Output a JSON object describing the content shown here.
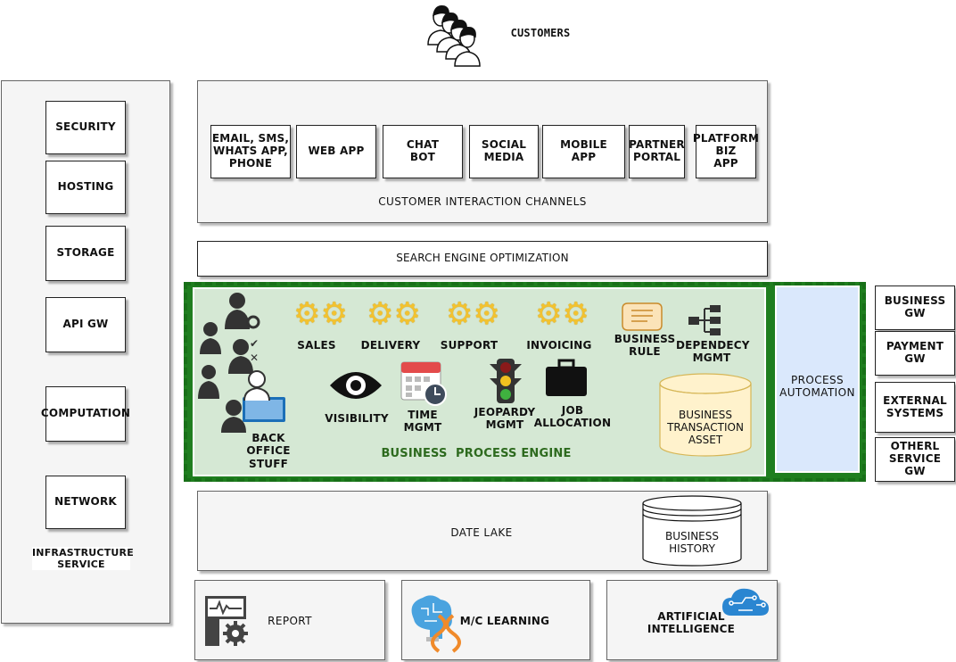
{
  "customers": {
    "label": "CUSTOMERS",
    "icon": "customers-icon"
  },
  "infrastructure": {
    "title": "INFRASTRUCTURE\nSERVICE",
    "items": [
      "SECURITY",
      "HOSTING",
      "STORAGE",
      "API GW",
      "COMPUTATION",
      "NETWORK"
    ]
  },
  "channels": {
    "title": "CUSTOMER INTERACTION CHANNELS",
    "items": [
      "EMAIL, SMS,\nWHATS APP,\nPHONE",
      "WEB APP",
      "CHAT\nBOT",
      "SOCIAL\nMEDIA",
      "MOBILE\nAPP",
      "PARTNER\nPORTAL",
      "PLATFORM\nBIZ\nAPP"
    ]
  },
  "seo": {
    "label": "SEARCH ENGINE OPTIMIZATION"
  },
  "bpe": {
    "title": "BUSINESS  PROCESS ENGINE",
    "back_office": "BACK\nOFFICE\nSTUFF",
    "processes": [
      "SALES",
      "DELIVERY",
      "SUPPORT",
      "INVOICING"
    ],
    "business_rule": "BUSINESS\nRULE",
    "dependency": "DEPENDECY\nMGMT",
    "visibility": "VISIBILITY",
    "time_mgmt": "TIME\nMGMT",
    "jeopardy": "JEOPARDY\nMGMT",
    "job_allocation": "JOB\nALLOCATION",
    "transaction_asset": "BUSINESS\nTRANSACTION\nASSET"
  },
  "process_automation": {
    "label": "PROCESS\nAUTOMATION"
  },
  "gateways": [
    "BUSINESS\nGW",
    "PAYMENT\nGW",
    "EXTERNAL\nSYSTEMS",
    "OTHERL\nSERVICE\nGW"
  ],
  "data_lake": {
    "label": "DATE LAKE",
    "history": "BUSINESS\nHISTORY"
  },
  "analytics": {
    "report": "REPORT",
    "ml": "M/C LEARNING",
    "ai": "ARTIFICIAL\nINTELLIGENCE"
  },
  "colors": {
    "bpe_fill": "#d5e8d4",
    "bpe_border": "#187018",
    "automation_fill": "#dae8fc",
    "cylinder_fill": "#fff2cc",
    "cylinder_border": "#d6b656",
    "gear": "#f2c230",
    "title_green": "#2d6a1e"
  }
}
